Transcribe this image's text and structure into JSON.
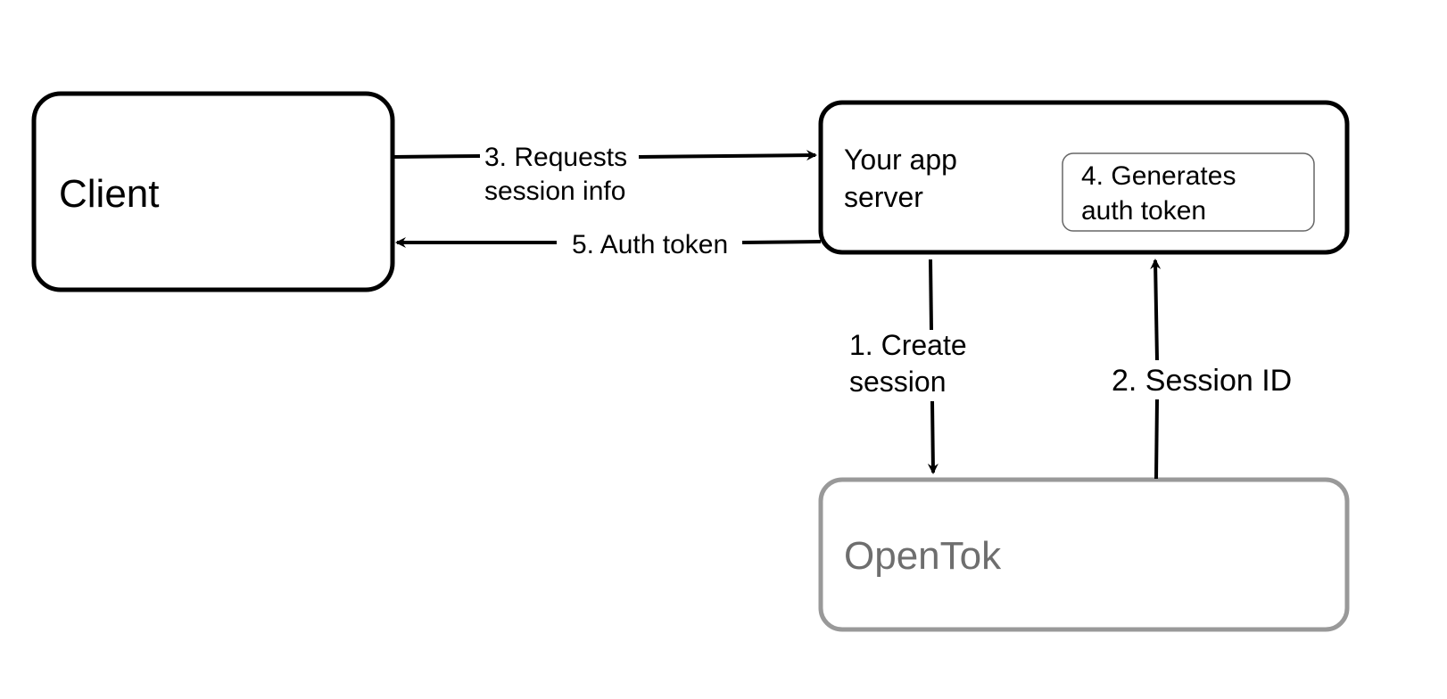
{
  "colors": {
    "primary_stroke": "#000000",
    "external_stroke": "#999999",
    "external_text": "#6e6e6e",
    "inner_box_stroke": "#666666",
    "background": "#ffffff"
  },
  "nodes": {
    "client": {
      "label": "Client"
    },
    "app_server": {
      "label_line1": "Your app",
      "label_line2": "server"
    },
    "token_generator": {
      "label_line1": "4. Generates",
      "label_line2": "auth token"
    },
    "opentok": {
      "label": "OpenTok"
    }
  },
  "edges": {
    "requests_session_info": {
      "label_line1": "3. Requests",
      "label_line2": "session info"
    },
    "auth_token": {
      "label": "5. Auth token"
    },
    "create_session": {
      "label_line1": "1. Create",
      "label_line2": "session"
    },
    "session_id": {
      "label": "2. Session ID"
    }
  }
}
